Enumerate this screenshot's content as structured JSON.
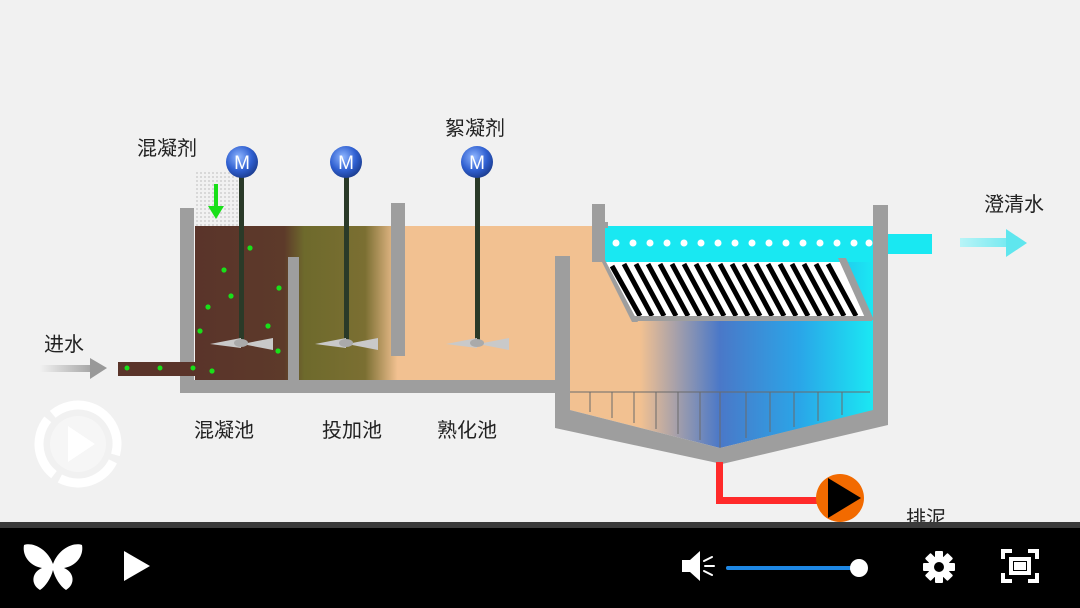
{
  "diagram": {
    "labels": {
      "inflow": "进水",
      "coagulant": "混凝剂",
      "flocculant": "絮凝剂",
      "clear_water": "澄清水",
      "sludge_discharge": "排泥",
      "tank_coagulation": "混凝池",
      "tank_dosing": "投加池",
      "tank_maturation": "熟化池"
    },
    "motor_label": "M",
    "colors": {
      "brown": "#5a342a",
      "olive": "#6e6a2c",
      "sand": "#f2c191",
      "blue": "#3e78c8",
      "cyan": "#19e8f2",
      "wall": "#9e9e9e",
      "sludge_pipe": "#ff2a2a",
      "pump": "#f26a00",
      "arrow_green": "#19e019"
    }
  },
  "player": {
    "big_play_icon": "play-circle-icon",
    "logo_icon": "butterfly-logo-icon",
    "play_icon": "play-icon",
    "volume_icon": "speaker-icon",
    "volume_level": 0.95,
    "settings_icon": "gear-icon",
    "fullscreen_icon": "fullscreen-icon",
    "accent": "#1e88e5"
  }
}
